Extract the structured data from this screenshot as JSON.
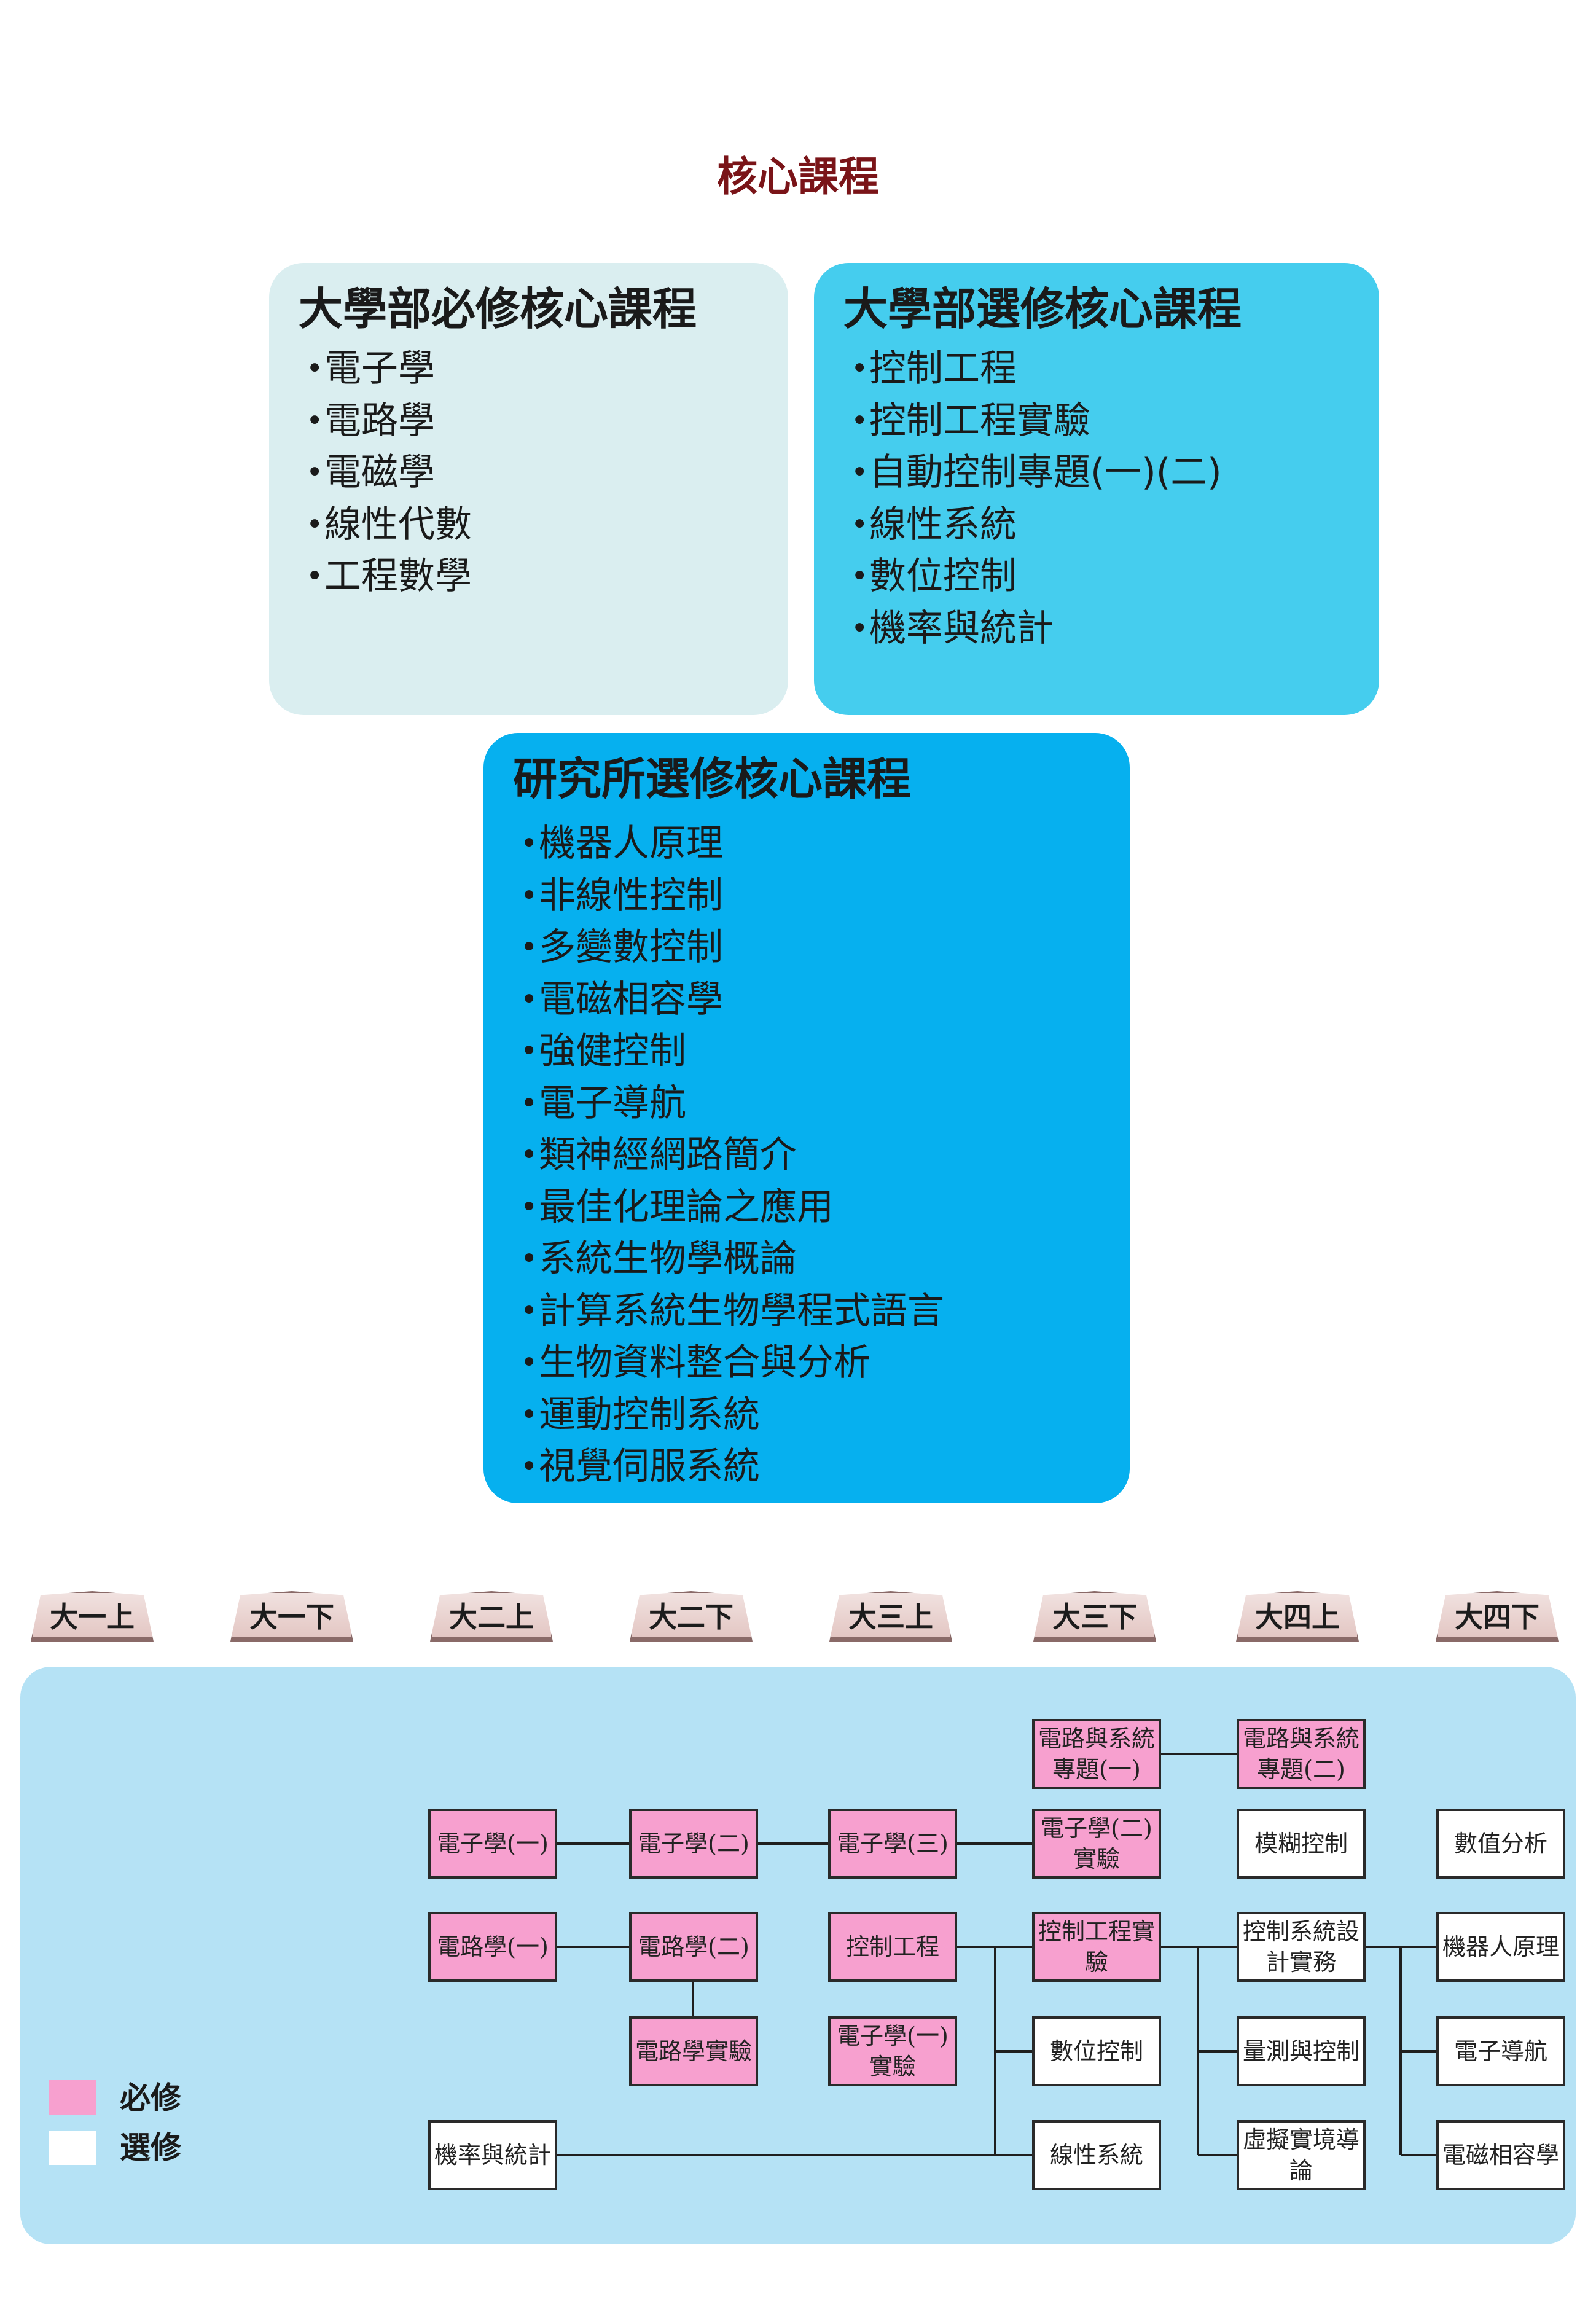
{
  "title": "核心課程",
  "panels": {
    "ug_required": {
      "heading": "大學部必修核心課程",
      "items": [
        "電子學",
        "電路學",
        "電磁學",
        "線性代數",
        "工程數學"
      ]
    },
    "ug_elective": {
      "heading": "大學部選修核心課程",
      "items": [
        "控制工程",
        "控制工程實驗",
        "自動控制專題(一)(二)",
        "線性系統",
        "數位控制",
        "機率與統計"
      ]
    },
    "grad_elective": {
      "heading": "研究所選修核心課程",
      "items": [
        "機器人原理",
        "非線性控制",
        "多變數控制",
        "電磁相容學",
        "強健控制",
        "電子導航",
        "類神經網路簡介",
        "最佳化理論之應用",
        "系統生物學概論",
        "計算系統生物學程式語言",
        "生物資料整合與分析",
        "運動控制系統",
        "視覺伺服系統"
      ]
    }
  },
  "bullet": "•",
  "semesters": [
    "大一上",
    "大一下",
    "大二上",
    "大二下",
    "大三上",
    "大三下",
    "大四上",
    "大四下"
  ],
  "courses": {
    "circuits_project_1": "電路與系統專題(一)",
    "circuits_project_2": "電路與系統專題(二)",
    "electronics_1": "電子學(一)",
    "electronics_2": "電子學(二)",
    "electronics_3": "電子學(三)",
    "electronics_2_lab": "電子學(二)實驗",
    "fuzzy_control": "模糊控制",
    "numerical_analysis": "數值分析",
    "circuits_1": "電路學(一)",
    "circuits_2": "電路學(二)",
    "control_engineering": "控制工程",
    "control_engineering_lab": "控制工程實驗",
    "control_system_design": "控制系統設計實務",
    "robotics_principles": "機器人原理",
    "circuits_lab": "電路學實驗",
    "electronics_1_lab": "電子學(一)實驗",
    "digital_control": "數位控制",
    "measurement_control": "量測與控制",
    "electronic_navigation": "電子導航",
    "probability_statistics": "機率與統計",
    "linear_systems": "線性系統",
    "virtual_reality_intro": "虛擬實境導論",
    "emc": "電磁相容學"
  },
  "legend": {
    "required": "必修",
    "elective": "選修"
  },
  "colors": {
    "title": "#7a1418",
    "ug_required_bg": "#daeef0",
    "ug_elective_bg": "#45cdee",
    "grad_elective_bg": "#06b0ef",
    "curriculum_bg": "#b5e2f5",
    "required_course": "#f7a0cf",
    "elective_course": "#ffffff"
  }
}
